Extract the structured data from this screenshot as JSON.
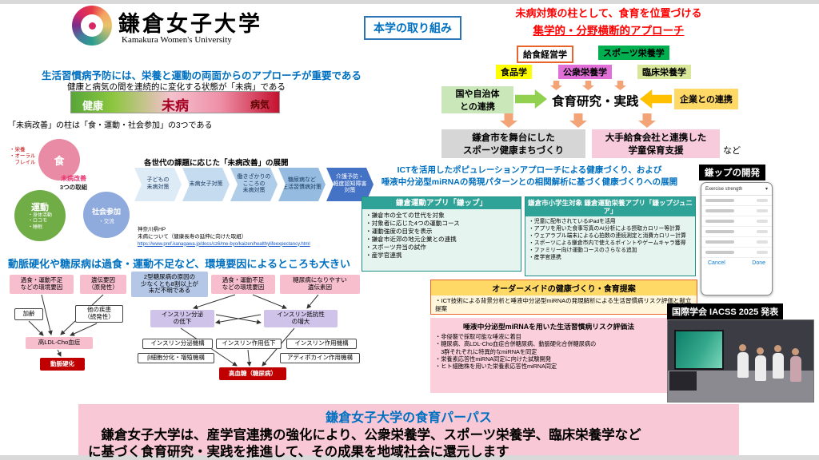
{
  "header": {
    "university_ja": "鎌倉女子大学",
    "university_en": "Kamakura Women's University"
  },
  "left": {
    "intro_blue": "生活習慣病予防には、栄養と運動の両面からのアプローチが重要である",
    "intro_black": "健康と病気の間を連続的に変化する状態が「未病」である",
    "spectrum": {
      "healthy": "健康",
      "mibyou": "未病",
      "sick": "病気"
    },
    "pillars_caption": "「未病改善」の柱は「食・運動・社会参加」の3つである",
    "venn": {
      "center_red": "未病改善",
      "center_black": "3つの取組",
      "food_label": "食",
      "food_sub": "・栄養\n・オーラル\n　フレイル",
      "exercise_label": "運動",
      "exercise_sub": "・身体活動\n・ロコモ\n・睡眠",
      "social_label": "社会参加",
      "social_sub": "・交流"
    },
    "flow_title": "各世代の課題に応じた「未病改善」の展開",
    "flow_steps": [
      "子どもの\n未病対策",
      "未病女子対策",
      "働きざかりの\nこころの\n未病対策",
      "糖尿病など\n生活習慣病対策",
      "介護予防・\n軽度認知障害\n対策"
    ],
    "source": {
      "line1": "神奈川県HP",
      "line2": "未病について（健康長寿の延伸に向けた取組）",
      "url": "https://www.pref.kanagawa.jp/docs/cz6/me-byo/kaizen/healthylifeexpectancy.html"
    },
    "diabetes_heading": "動脈硬化や糖尿病は過食・運動不足など、環境要因によるところも大きい",
    "causal": {
      "env1": "過食・運動不足\nなどの環境要因",
      "genetic": "遺伝要因\n（原発性）",
      "unknown": "2型糖尿病の原因の\n少なくとも8割以上が\n未だ不明である",
      "env2": "過食・運動不足\nなどの環境要因",
      "predisposition": "糖尿病になりやすい\n遺伝素因",
      "aging": "加齢",
      "other_disease": "他の疾患\n（続発性）",
      "ldl": "高LDL-Cho血症",
      "secretion_down": "インスリン分泌\nの低下",
      "resistance_up": "インスリン抵抗性\nの増大",
      "arteriosclerosis": "動脈硬化",
      "secretion_mech": "インスリン分泌機構",
      "beta_cell": "β細胞分化・増殖機構",
      "action_down": "インスリン作用低下",
      "adipokine": "アディポカイン作用機構",
      "action_mech": "インスリン作用機構",
      "hyperglycemia": "高血糖（糖尿病）"
    }
  },
  "right": {
    "initiatives_label": "本学の取り組み",
    "approach_line1": "未病対策の柱として、食育を位置づける",
    "approach_line2": "集学的・分野横断的アプローチ",
    "fields": {
      "kyushoku": "給食経営学",
      "sports": "スポーツ栄養学",
      "shokuhin": "食品学",
      "koshu": "公衆栄養学",
      "rinsho": "臨床栄養学"
    },
    "partners": {
      "government": "国や自治体\nとの連携",
      "center": "食育研究・実践",
      "company": "企業との連携"
    },
    "outcomes": {
      "machizukuri": "鎌倉市を舞台にした\nスポーツ健康まちづくり",
      "gakudo": "大手給食会社と連携した\n学童保育支援",
      "etc": "など"
    },
    "ict_line1": "ICTを活用したポピュレーションアプローチによる健康づくり、および",
    "ict_line2": "唾液中分泌型miRNAの発現パターンとの相関解析に基づく健康づくりへの展開",
    "app1": {
      "title": "鎌倉運動アプリ「鎌ップ」",
      "bullets": [
        "・鎌倉市の全ての世代を対象",
        "・対象者に応じた4つの運動コース",
        "・運動強度の目安を表示",
        "・鎌倉市近郊の地元企業との連携",
        "・スポーツ弁当の試作",
        "・産学官連携"
      ]
    },
    "app2": {
      "title": "鎌倉市小学生対象 鎌倉運動栄養アプリ「鎌ップジュニア」",
      "bullets": [
        "・児童に配布されているiPadを活用",
        "・アプリを用いた食事写真のAI分析による摂取カロリー等計算",
        "・ウェアラブル端末による心拍数の連続測定と消費カロリー計算",
        "・スポーツによる鎌倉市内で使えるポイントやゲームキャラ獲得",
        "・ファミリー向け運動コースのさらなる追加",
        "・産学官連携"
      ]
    },
    "kamap_dev_label": "鎌ップの開発",
    "phone": {
      "title": "Exercise strength",
      "cancel": "Cancel",
      "done": "Done"
    },
    "order_made": {
      "title": "オーダーメイドの健康づくり・食育提案",
      "bullet": "・ICT技術による背景分析と唾液中分泌型miRNAの発現解析による生活習慣病リスク評価と献立提案"
    },
    "mirna": {
      "title": "唾液中分泌型miRNAを用いた生活習慣病リスク評価法",
      "bullets": [
        "・非侵襲で採取可能な唾液に着目",
        "・糖尿病、高LDL-Cho血症合併糖尿病、動脈硬化合併糖尿病の\n　3群それぞれに特異的なmiRNAを同定",
        "・栄養素応答性miRNA同定に向けた試験開発",
        "・ヒト細胞株を用いた栄養素応答性miRNA同定"
      ]
    },
    "conference_label": "国際学会 IACSS 2025 発表"
  },
  "purpose": {
    "title": "鎌倉女子大学の食育パーパス",
    "body": "　鎌倉女子大学は、産学官連携の強化により、公衆栄養学、スポーツ栄養学、臨床栄養学など\nに基づく食育研究・実践を推進して、その成果を地域社会に還元します"
  }
}
